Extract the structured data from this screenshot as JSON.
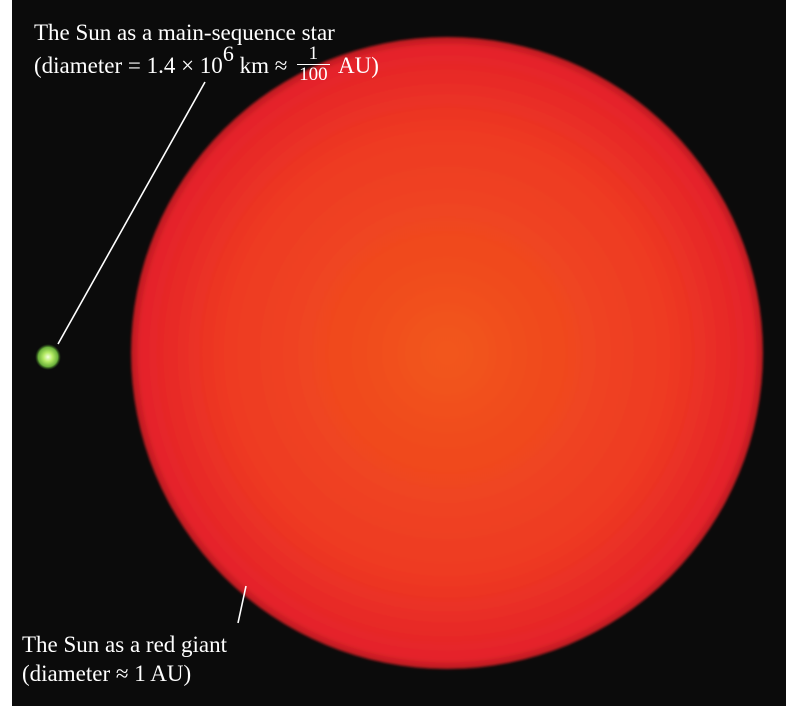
{
  "diagram": {
    "title": "",
    "colors": {
      "background": "#0b0b0b",
      "red_giant_center": "#f2521e",
      "red_giant_edge": "#e8242a",
      "main_sequence_sun": "#9be05a"
    },
    "main_sequence_label": {
      "line1": "The Sun as a main-sequence star",
      "line2_prefix": "(diameter = 1.4 × 10",
      "exponent": "6",
      "line2_mid": " km ≈ ",
      "fraction_numerator": "1",
      "fraction_denominator": "100",
      "line2_suffix": " AU)"
    },
    "red_giant_label": {
      "line1": "The Sun as a red giant",
      "line2": "(diameter ≈ 1 AU)"
    }
  }
}
